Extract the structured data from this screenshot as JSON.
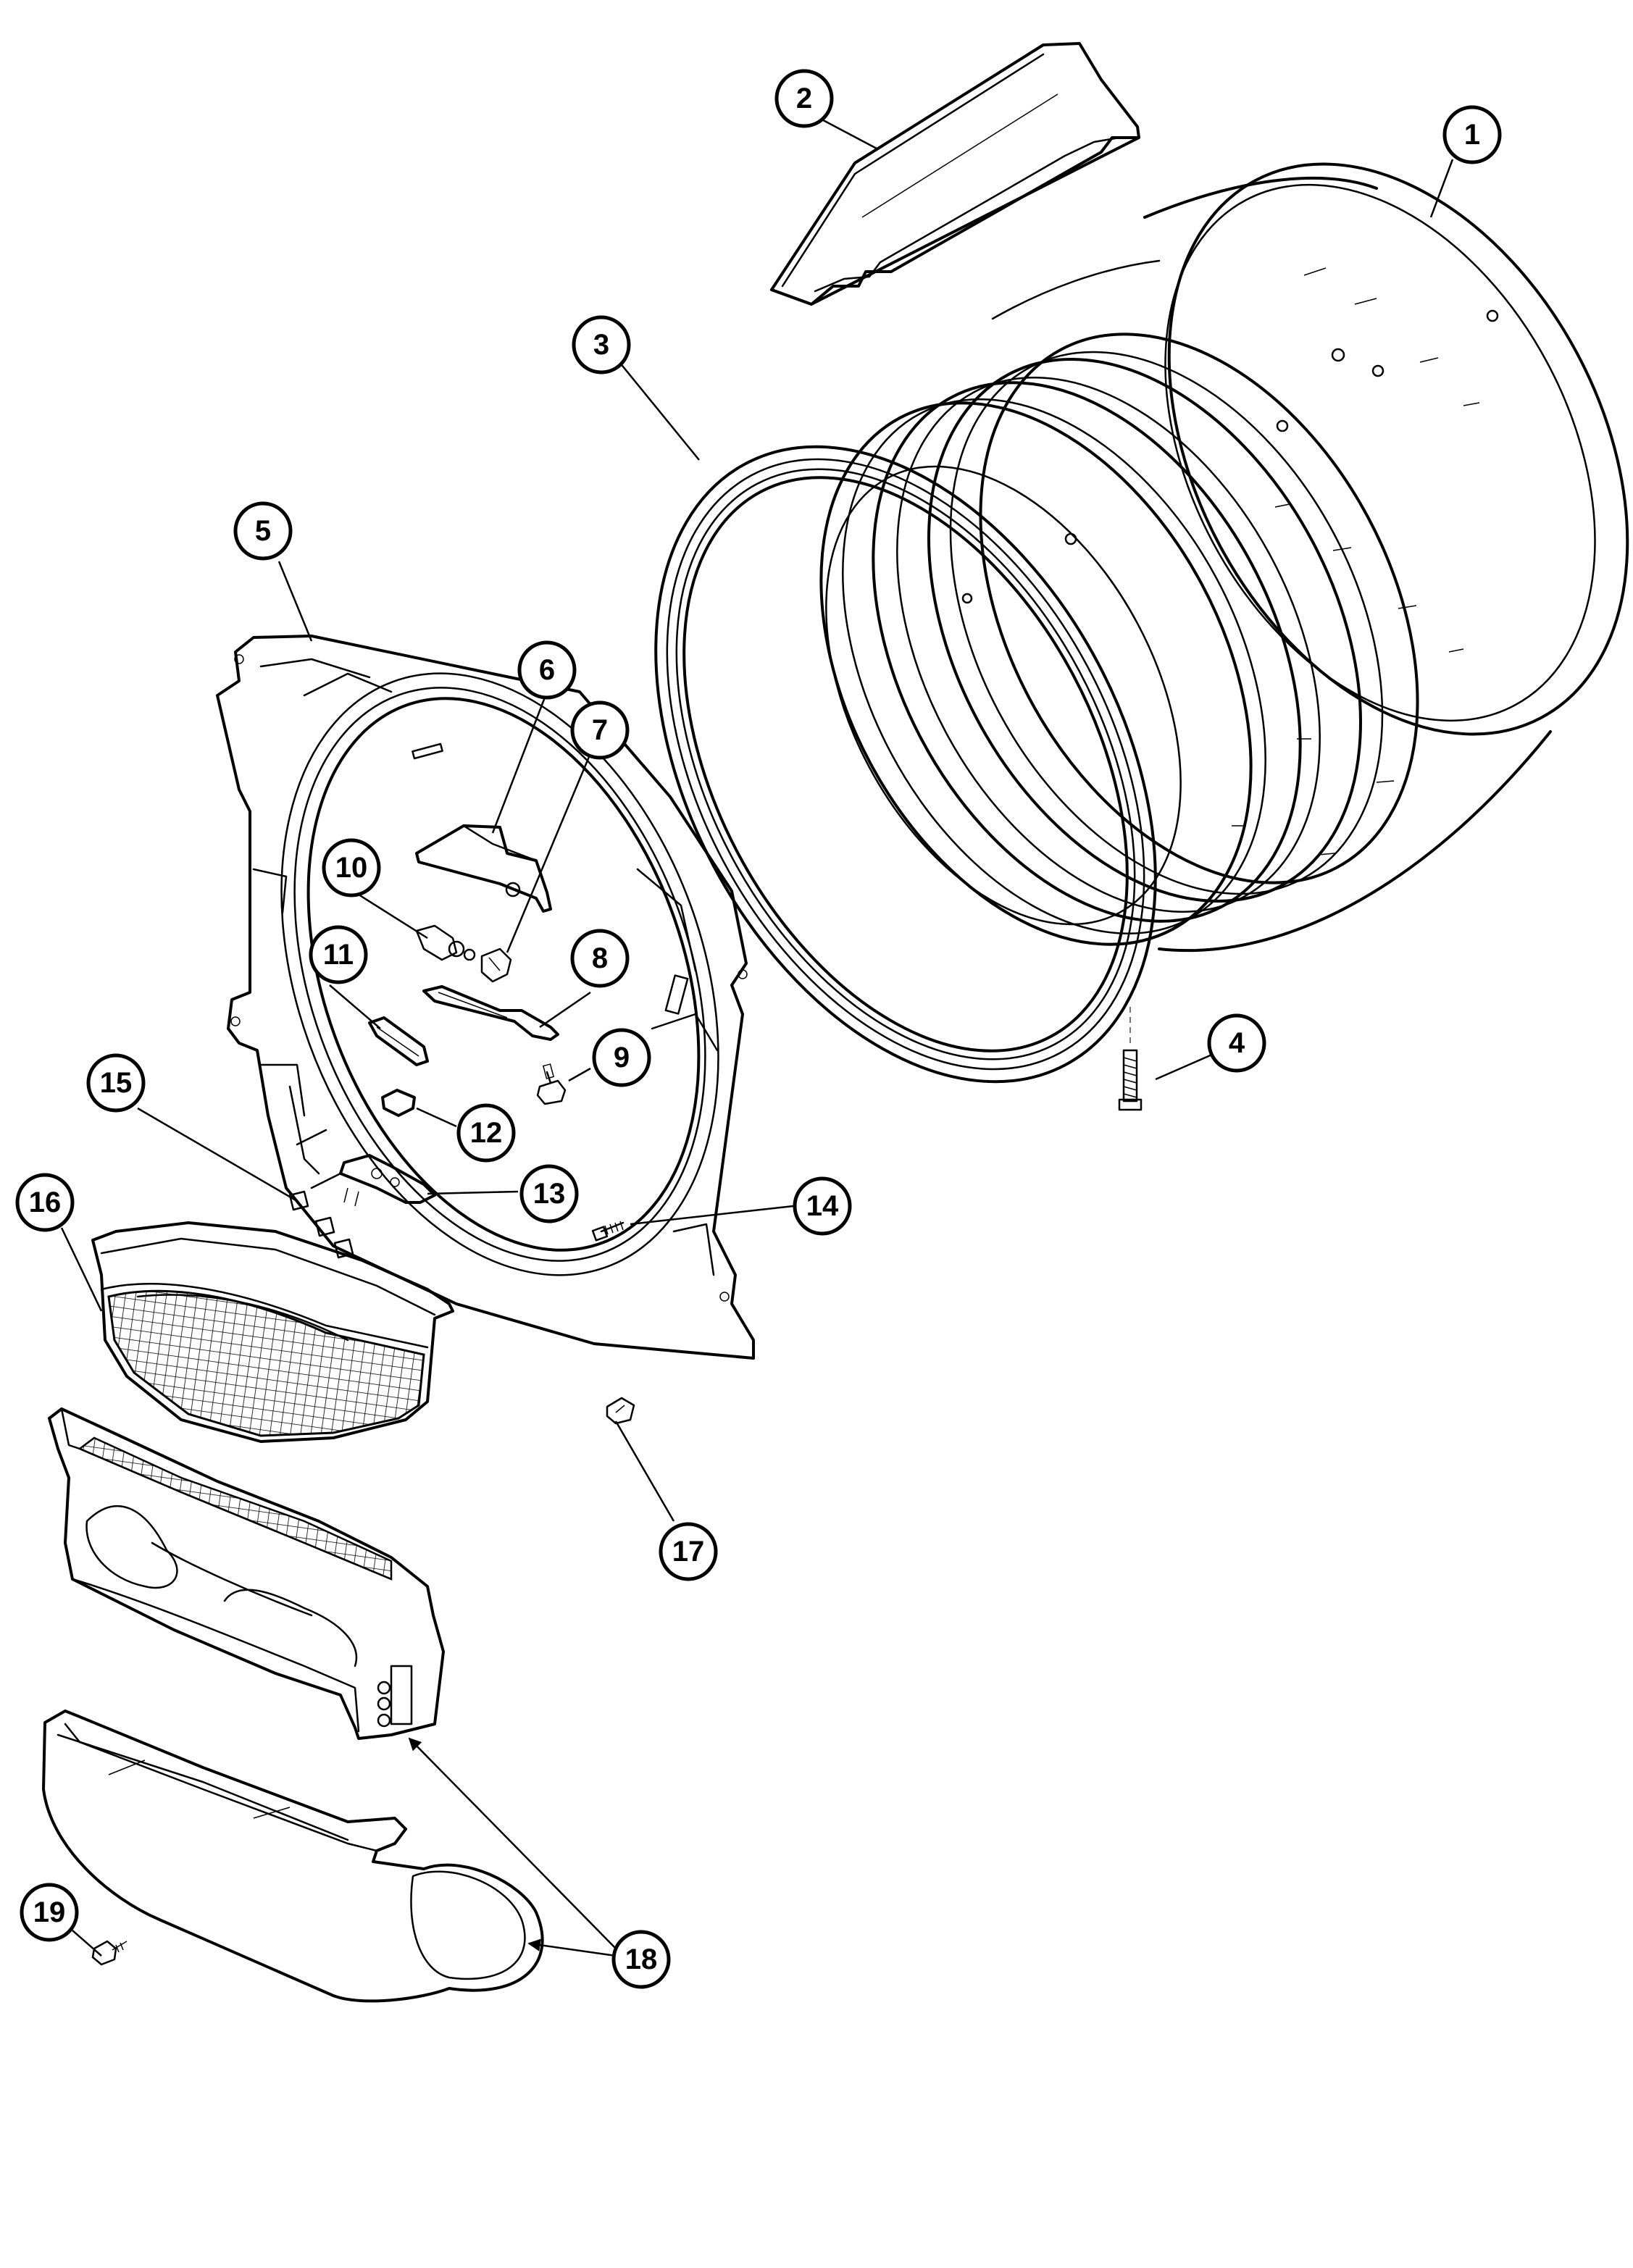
{
  "diagram": {
    "callouts": [
      {
        "id": "1",
        "label": "1"
      },
      {
        "id": "2",
        "label": "2"
      },
      {
        "id": "3",
        "label": "3"
      },
      {
        "id": "4",
        "label": "4"
      },
      {
        "id": "5",
        "label": "5"
      },
      {
        "id": "6",
        "label": "6"
      },
      {
        "id": "7",
        "label": "7"
      },
      {
        "id": "8",
        "label": "8"
      },
      {
        "id": "9",
        "label": "9"
      },
      {
        "id": "10",
        "label": "10"
      },
      {
        "id": "11",
        "label": "11"
      },
      {
        "id": "12",
        "label": "12"
      },
      {
        "id": "13",
        "label": "13"
      },
      {
        "id": "14",
        "label": "14"
      },
      {
        "id": "15",
        "label": "15"
      },
      {
        "id": "16",
        "label": "16"
      },
      {
        "id": "17",
        "label": "17"
      },
      {
        "id": "18",
        "label": "18"
      },
      {
        "id": "19",
        "label": "19"
      }
    ]
  }
}
